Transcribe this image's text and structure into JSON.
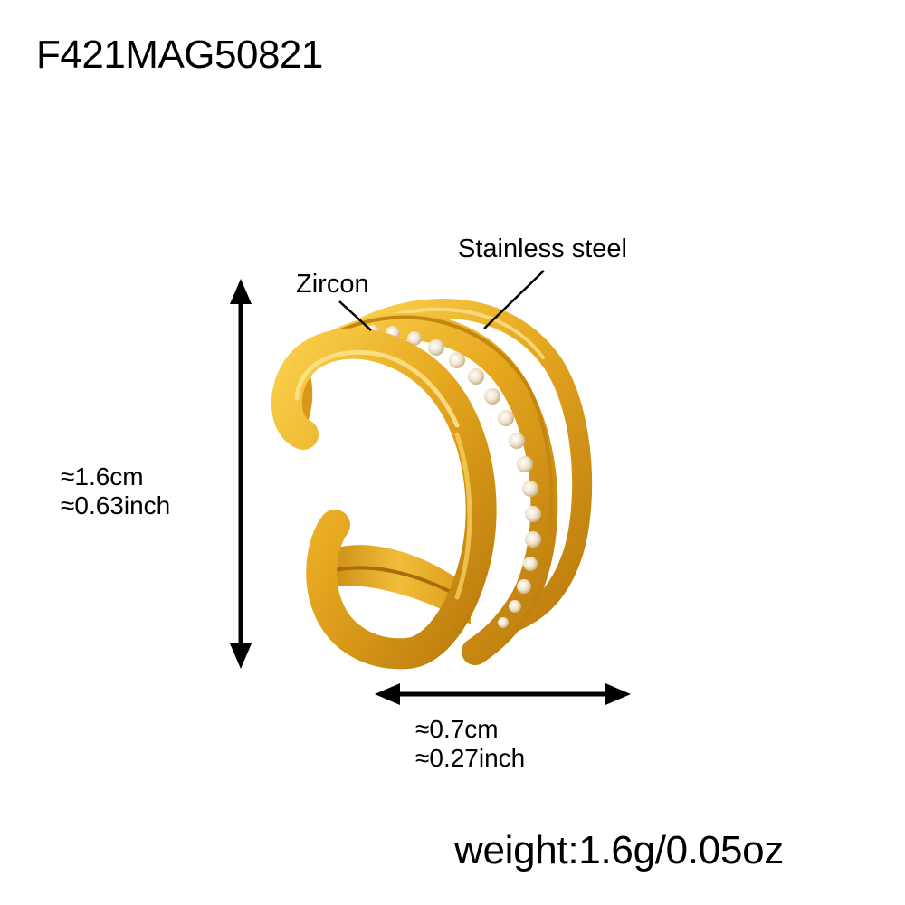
{
  "product": {
    "sku": "F421MAG50821",
    "weight_text": "weight:1.6g/0.05oz"
  },
  "callouts": [
    {
      "label": "Zircon"
    },
    {
      "label": "Stainless steel"
    }
  ],
  "dimensions": {
    "height": {
      "cm": "≈1.6cm",
      "inch": "≈0.63inch"
    },
    "width": {
      "cm": "≈0.7cm",
      "inch": "≈0.27inch"
    }
  },
  "colors": {
    "text": "#000000",
    "background": "#ffffff",
    "gold_light": "#f7c43a",
    "gold_mid": "#e0a21a",
    "gold_dark": "#b87a0c",
    "zircon": "#f3ead8"
  }
}
